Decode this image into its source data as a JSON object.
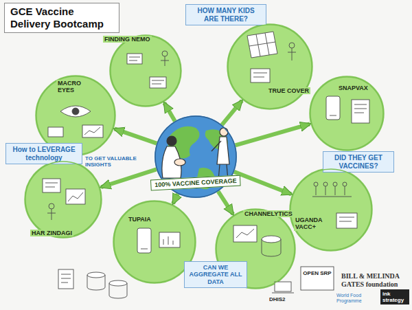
{
  "diagram": {
    "title": "GCE Vaccine Delivery Bootcamp",
    "nodes": [
      {
        "text": [
          "HOW MANY KIDS ARE THERE?"
        ]
      },
      {
        "text": [
          "FINDING NEMO"
        ]
      },
      {
        "text": [
          "TRUE COVER"
        ]
      },
      {
        "text": [
          "MACRO EYES"
        ]
      },
      {
        "text": [
          "100% VACCINE COVERAGE"
        ]
      },
      {
        "text": [
          "SNAPVAX"
        ]
      },
      {
        "text": [
          "How to LEVERAGE technology"
        ]
      },
      {
        "text": [
          "DID THEY GET VACCINES?"
        ]
      },
      {
        "text": [
          "HAR ZINDAGI"
        ]
      },
      {
        "text": [
          "UGANDA VACC+"
        ]
      },
      {
        "text": [
          "TUPAIA"
        ]
      },
      {
        "text": [
          "CHANNELYTICS"
        ]
      },
      {
        "text": [
          "CAN WE AGGREGATE ALL DATA"
        ]
      }
    ],
    "edges": [
      {
        "from": 4,
        "to": 1,
        "arrow": "to"
      },
      {
        "from": 4,
        "to": 2,
        "arrow": "to"
      },
      {
        "from": 4,
        "to": 3,
        "arrow": "to"
      },
      {
        "from": 4,
        "to": 5,
        "arrow": "to"
      },
      {
        "from": 4,
        "to": 8,
        "arrow": "to"
      },
      {
        "from": 4,
        "to": 9,
        "arrow": "to"
      },
      {
        "from": 4,
        "to": 10,
        "arrow": "to"
      },
      {
        "from": 4,
        "to": 11,
        "arrow": "to"
      }
    ],
    "labels": [
      "TO GET VALUABLE INSIGHTS",
      "OPEN SRP",
      "DHIS2",
      "BILL & MELINDA GATES foundation",
      "World Food Programme",
      "ink strategy"
    ]
  }
}
